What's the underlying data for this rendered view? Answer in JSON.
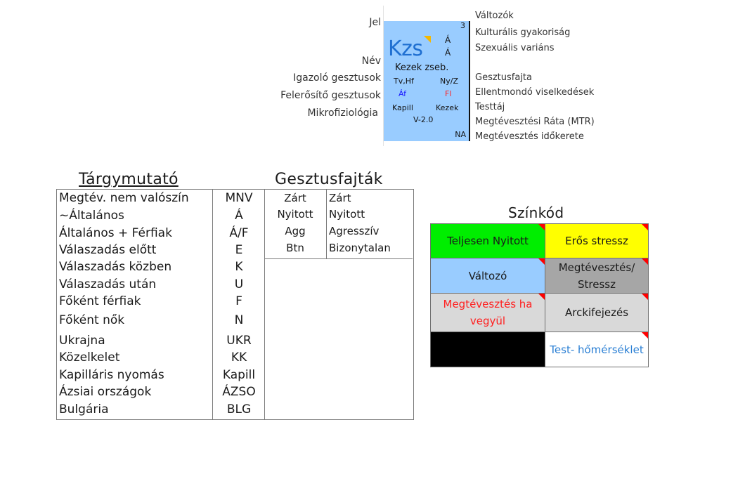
{
  "legend": {
    "left_labels": {
      "jel": "Jel",
      "nev": "Név",
      "igazolo": "Igazoló gesztusok",
      "felerosito": "Felerősítő gesztusok",
      "mikrofiziologia": "Mikrofiziológia"
    },
    "card": {
      "count": "3",
      "symbol": "Kzs",
      "cultural_freq": "Á",
      "sexual_variant": "Á",
      "name": "Kezek zseb.",
      "gesture_type_left": "Tv,Hf",
      "gesture_type_right": "Ny/Z",
      "contradict_left": "Áf",
      "contradict_right": "Fl",
      "body_left": "Kapill",
      "body_right": "Kezek",
      "mtr": "V-2.0",
      "timeframe": "NA",
      "colors": {
        "background": "#99ccff",
        "symbol": "#1f6fd1",
        "contradict_left": "#1a1aff",
        "contradict_right": "#ff2020",
        "marker": "#f5b800"
      }
    },
    "right_labels": {
      "valtozok": "Változók",
      "kulturalis": "Kulturális gyakoriság",
      "szexualis": "Szexuális variáns",
      "gesztusfajta": "Gesztusfajta",
      "ellentmondo": "Ellentmondó viselkedések",
      "testtaj": "Testtáj",
      "mtr": "Megtévesztési Ráta (MTR)",
      "idokeret": "Megtévesztés időkerete"
    }
  },
  "index_table": {
    "title": "Tárgymutató",
    "rows": [
      {
        "label": "Megtév. nem valószín",
        "abbr": "MNV"
      },
      {
        "label": "~Általános",
        "abbr": "Á"
      },
      {
        "label": "Általános + Férfiak",
        "abbr": "Á/F"
      },
      {
        "label": "Válaszadás előtt",
        "abbr": "E"
      },
      {
        "label": "Válaszadás közben",
        "abbr": "K"
      },
      {
        "label": "Válaszadás után",
        "abbr": "U"
      },
      {
        "label": "Főként férfiak",
        "abbr": "F"
      },
      {
        "label": "Főként nők",
        "abbr": "N"
      },
      {
        "label": "Ukrajna",
        "abbr": "UKR"
      },
      {
        "label": "Közelkelet",
        "abbr": "KK"
      },
      {
        "label": "Kapilláris nyomás",
        "abbr": "Kapill"
      },
      {
        "label": "Ázsiai országok",
        "abbr": "ÁZSO"
      },
      {
        "label": "Bulgária",
        "abbr": "BLG"
      }
    ]
  },
  "gesture_table": {
    "title": "Gesztusfajták",
    "rows": [
      {
        "abbr": "Zárt",
        "label": "Zárt"
      },
      {
        "abbr": "Nyitott",
        "label": "Nyitott"
      },
      {
        "abbr": "Agg",
        "label": "Agresszív"
      },
      {
        "abbr": "Btn",
        "label": "Bizonytalan"
      }
    ]
  },
  "color_code": {
    "title": "Színkód",
    "cells": [
      {
        "label": "Teljesen Nyitott",
        "bg": "#00ee00",
        "fg": "#1a1a1a",
        "marker": true
      },
      {
        "label": "Erős stressz",
        "bg": "#ffff00",
        "fg": "#1a1a1a",
        "marker": true
      },
      {
        "label": "Változó",
        "bg": "#99ccff",
        "fg": "#1a1a1a",
        "marker": true
      },
      {
        "label": "Megtévesztés/ Stressz",
        "bg": "#a6a6a6",
        "fg": "#1a1a1a",
        "marker": true
      },
      {
        "label": "Megtévesztés ha vegyül",
        "bg": "#d9d9d9",
        "fg": "#ff2020",
        "marker": true
      },
      {
        "label": "Arckifejezés",
        "bg": "#d9d9d9",
        "fg": "#1a1a1a",
        "marker": true
      },
      {
        "label": "",
        "bg": "#000000",
        "fg": "#ffffff",
        "marker": false
      },
      {
        "label": "Test- hőmérséklet",
        "bg": "#ffffff",
        "fg": "#2a7fd4",
        "marker": true
      }
    ]
  }
}
